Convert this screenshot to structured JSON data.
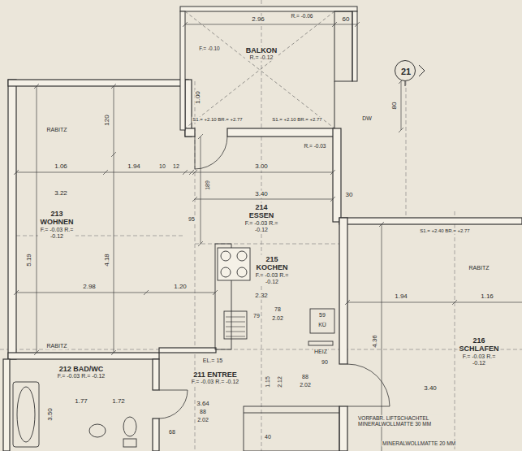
{
  "diagram": {
    "nodes": [
      {
        "text": [
          "BALKON",
          "R.= -0.12"
        ]
      },
      {
        "text": [
          "21"
        ]
      },
      {
        "text": [
          "213 WOHNEN",
          "F.= -0.03 R.= -0.12"
        ]
      },
      {
        "text": [
          "214 ESSEN",
          "F.= -0.03 R.= -0.12"
        ]
      },
      {
        "text": [
          "215 KOCHEN",
          "F.= -0.03 R.= -0.12"
        ]
      },
      {
        "text": [
          "216 SCHLAFEN",
          "F.= -0.03 R.= -0.12"
        ]
      },
      {
        "text": [
          "212 BAD/WC",
          "F.= -0.03 R.= -0.12"
        ]
      },
      {
        "text": [
          "211 ENTREE",
          "F.= -0.03 R.= -0.12"
        ]
      }
    ],
    "labels": [
      "2.96",
      "60",
      "R.= -0.06",
      "F.= -0.10",
      "1.00",
      "S1.= +2.10 BR.= +2.77",
      "S1.= +2.10 BR.= +2.77",
      "R.= -0.03",
      "80",
      "DW",
      "RABITZ",
      "120",
      "1.06",
      "1.94",
      "10",
      "12",
      "3.00",
      "3.22",
      "3.40",
      "30",
      "189",
      "95",
      "5.19",
      "4.18",
      "2.98",
      "1.20",
      "2.32",
      "79",
      "78",
      "2.02",
      "59",
      "KÜ",
      "HEIZ",
      "1.94",
      "1.16",
      "RABITZ",
      "4.36",
      "3.40",
      "S1.= +2.40 BR.= +2.77",
      "EL.= 15",
      "3.64",
      "88",
      "2.02",
      "68",
      "1.15",
      "2.12",
      "88",
      "2.02",
      "90",
      "40",
      "1.77",
      "1.72",
      "3.50",
      "RABITZ",
      "VORFABR. LIFTSCHACHTEL MINERALWOLLMATTE 30 MM",
      "MINERALWOLLMATTE 20 MM"
    ]
  }
}
